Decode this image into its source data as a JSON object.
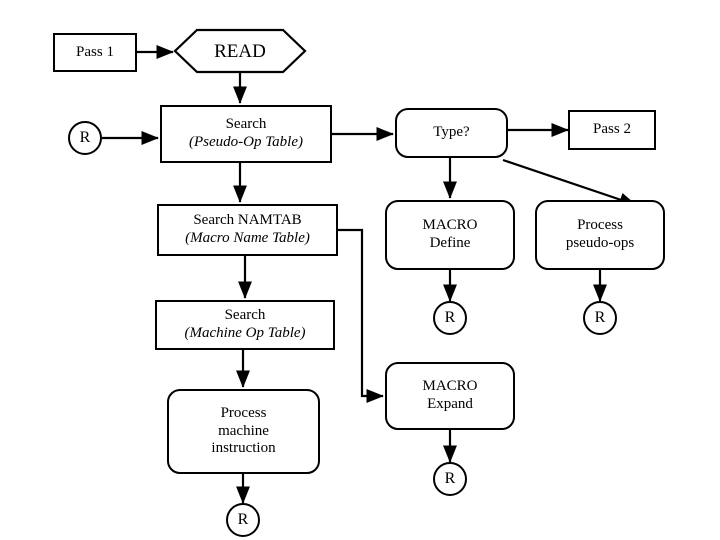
{
  "diagram": {
    "title": "Pass 1 macro processor flowchart",
    "stroke_color": "#000000",
    "background_color": "#ffffff",
    "nodes": {
      "pass1": {
        "label": "Pass 1",
        "shape": "rectangle"
      },
      "read": {
        "label": "READ",
        "shape": "hexagon"
      },
      "connector_r_left": {
        "label": "R",
        "shape": "circle"
      },
      "search_pseudo": {
        "line1": "Search",
        "line2": "(Pseudo-Op Table)",
        "shape": "rectangle"
      },
      "type": {
        "label": "Type?",
        "shape": "rounded-rectangle"
      },
      "pass2": {
        "label": "Pass 2",
        "shape": "rectangle"
      },
      "search_namtab": {
        "line1": "Search NAMTAB",
        "line2": "(Macro Name Table)",
        "shape": "rectangle"
      },
      "macro_define": {
        "line1": "MACRO",
        "line2": "Define",
        "shape": "rounded-rectangle"
      },
      "process_pseudo_ops": {
        "line1": "Process",
        "line2": "pseudo-ops",
        "shape": "rounded-rectangle"
      },
      "search_machine": {
        "line1": "Search",
        "line2": "(Machine Op Table)",
        "shape": "rectangle"
      },
      "macro_expand": {
        "line1": "MACRO",
        "line2": "Expand",
        "shape": "rounded-rectangle"
      },
      "process_machine": {
        "line1": "Process",
        "line2": "machine",
        "line3": "instruction",
        "shape": "rounded-rectangle"
      },
      "connector_r_macro_define": {
        "label": "R",
        "shape": "circle"
      },
      "connector_r_process_pseudo": {
        "label": "R",
        "shape": "circle"
      },
      "connector_r_macro_expand": {
        "label": "R",
        "shape": "circle"
      },
      "connector_r_process_machine": {
        "label": "R",
        "shape": "circle"
      }
    },
    "edges": [
      {
        "from": "pass1",
        "to": "read"
      },
      {
        "from": "read",
        "to": "search_pseudo"
      },
      {
        "from": "connector_r_left",
        "to": "search_pseudo"
      },
      {
        "from": "search_pseudo",
        "to": "type"
      },
      {
        "from": "search_pseudo",
        "to": "search_namtab"
      },
      {
        "from": "type",
        "to": "pass2"
      },
      {
        "from": "type",
        "to": "macro_define"
      },
      {
        "from": "type",
        "to": "process_pseudo_ops"
      },
      {
        "from": "search_namtab",
        "to": "search_machine"
      },
      {
        "from": "search_namtab",
        "to": "macro_expand"
      },
      {
        "from": "search_machine",
        "to": "process_machine"
      },
      {
        "from": "macro_define",
        "to": "connector_r_macro_define"
      },
      {
        "from": "process_pseudo_ops",
        "to": "connector_r_process_pseudo"
      },
      {
        "from": "macro_expand",
        "to": "connector_r_macro_expand"
      },
      {
        "from": "process_machine",
        "to": "connector_r_process_machine"
      }
    ]
  }
}
